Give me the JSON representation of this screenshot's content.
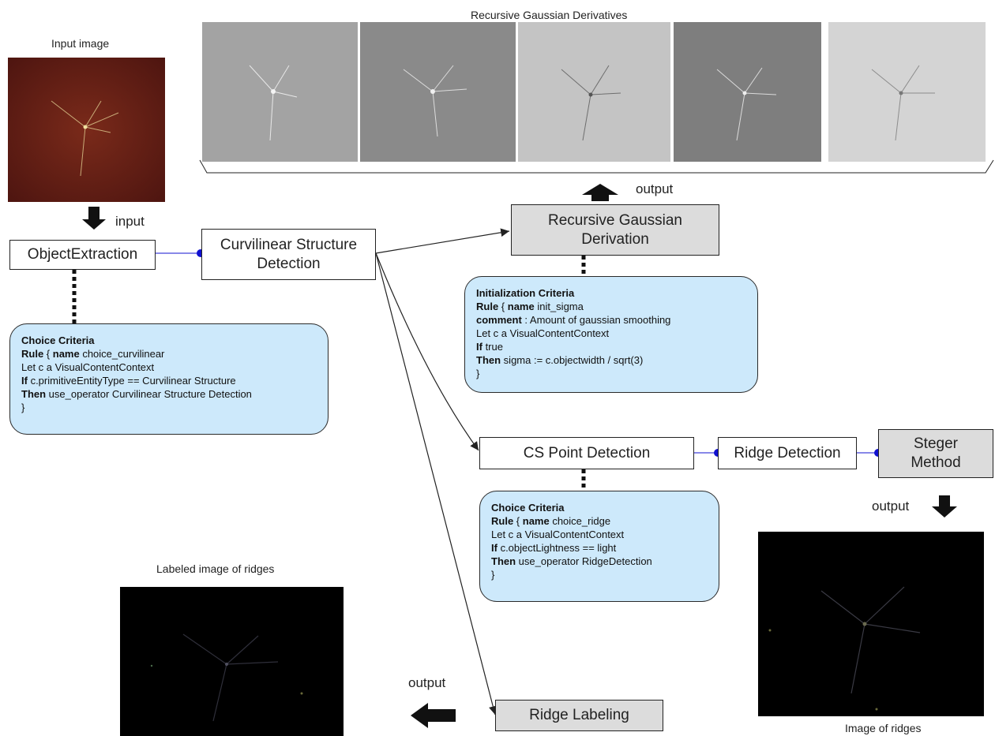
{
  "top_title": "Recursive Gaussian Derivatives",
  "input_image_caption": "Input image",
  "labeled_image_caption": "Labeled image of ridges",
  "ridges_image_caption": "Image of ridges",
  "labels": {
    "input": "input",
    "output_top": "output",
    "output_right": "output",
    "output_bottom": "output"
  },
  "boxes": {
    "object_extraction": "ObjectExtraction",
    "curvilinear_1": "Curvilinear Structure",
    "curvilinear_2": "Detection",
    "rgd_1": "Recursive Gaussian",
    "rgd_2": "Derivation",
    "cs_point": "CS Point Detection",
    "ridge_detection": "Ridge Detection",
    "steger_1": "Steger",
    "steger_2": "Method",
    "ridge_labeling": "Ridge Labeling"
  },
  "criteria_choice_curvilinear": {
    "title": "Choice Criteria",
    "l1_kw": "Rule",
    "l1_a": " { ",
    "l1_kw2": "name",
    "l1_b": " choice_curvilinear",
    "l2": " Let c a VisualContentContext",
    "l3_kw": "If",
    "l3": " c.primitiveEntityType == Curvilinear Structure",
    "l4_kw": "Then",
    "l4": " use_operator Curvilinear Structure Detection",
    "l5": "}"
  },
  "criteria_init_sigma": {
    "title": "Initialization Criteria",
    "l1_kw": "Rule",
    "l1_a": " { ",
    "l1_kw2": "name",
    "l1_b": " init_sigma",
    "l2_kw": "comment",
    "l2": " : Amount of gaussian smoothing",
    "l3": "Let c a VisualContentContext",
    "l4_kw": "If",
    "l4": " true",
    "l5_kw": "Then",
    "l5": " sigma := c.objectwidth / sqrt(3)",
    "l6": " }"
  },
  "criteria_choice_ridge": {
    "title": "Choice Criteria",
    "l1_kw": "Rule",
    "l1_a": " { ",
    "l1_kw2": "name",
    "l1_b": " choice_ridge",
    "l2": " Let c a VisualContentContext",
    "l3_kw": "If",
    "l3": " c.objectLightness == light",
    "l4_kw": "Then",
    "l4": " use_operator RidgeDetection",
    "l5": "}"
  },
  "colors": {
    "criteria_fill": "#cde9fb",
    "process_gray": "#dcdcdc",
    "connector_dot": "#1010d0"
  }
}
